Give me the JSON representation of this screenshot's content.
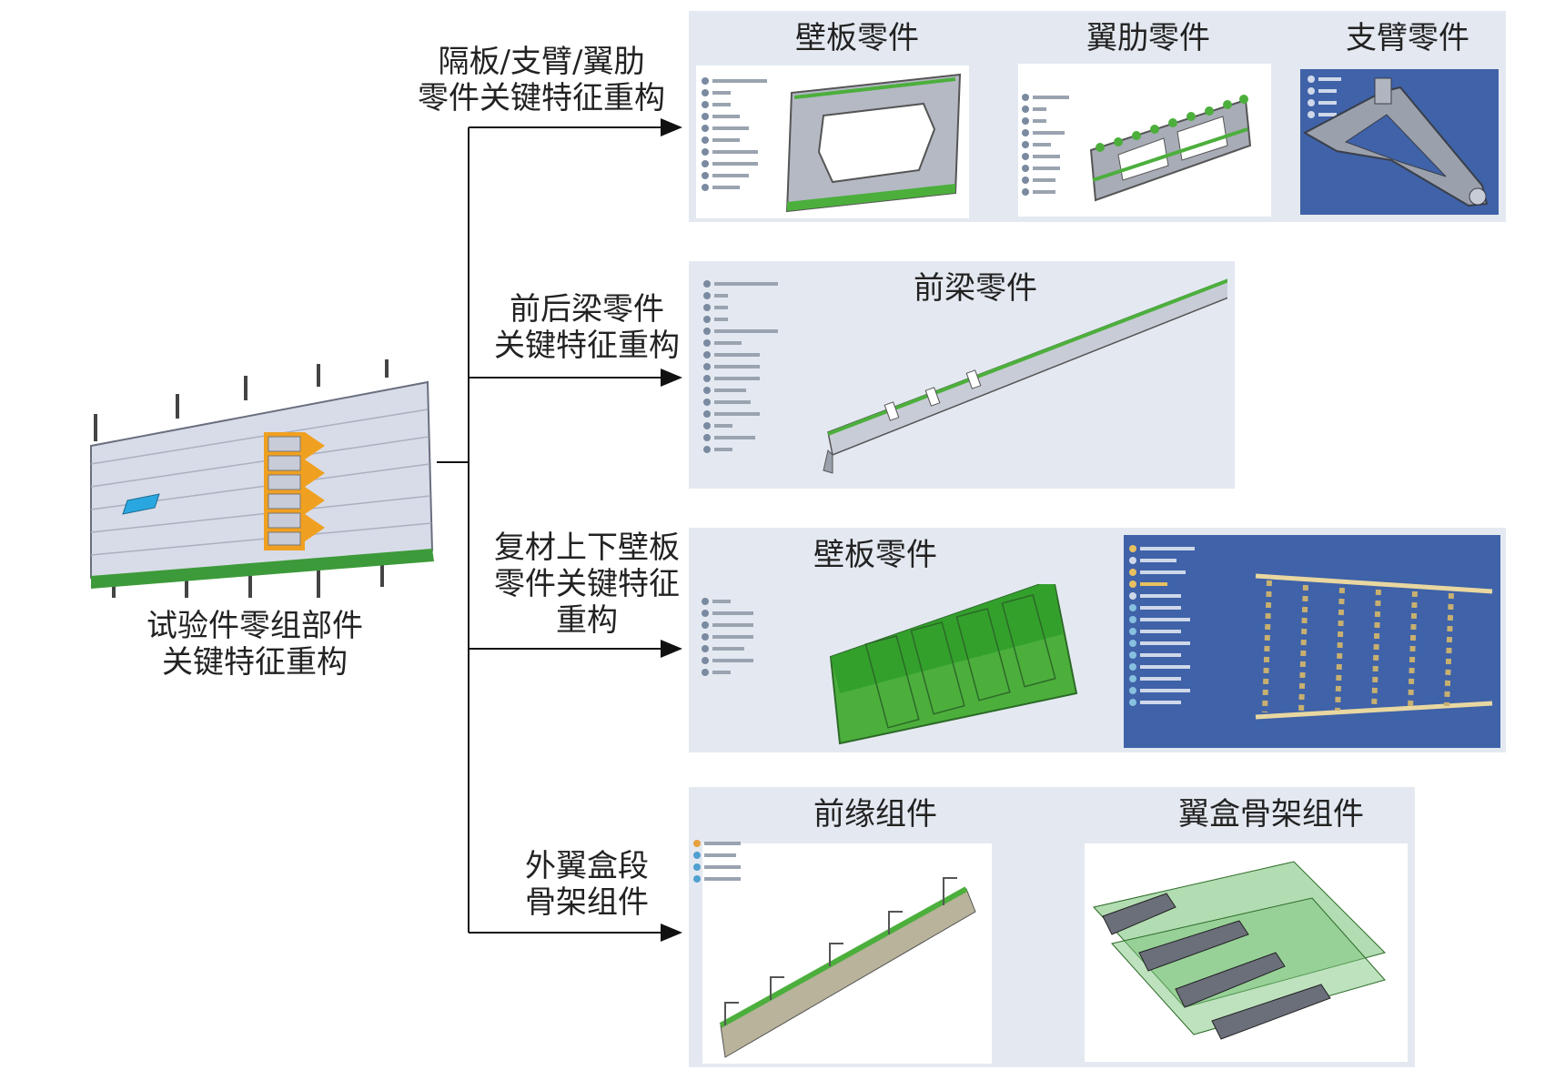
{
  "source": {
    "label": "试验件零组部件\n关键特征重构"
  },
  "branches": [
    {
      "label": "隔板/支臂/翼肋\n零件关键特征重构"
    },
    {
      "label": "前后梁零件\n关键特征重构"
    },
    {
      "label": "复材上下壁板\n零件关键特征\n重构"
    },
    {
      "label": "外翼盒段\n骨架组件"
    }
  ],
  "panels": [
    {
      "titles": [
        "壁板零件",
        "翼肋零件",
        "支臂零件"
      ]
    },
    {
      "titles": [
        "前梁零件"
      ]
    },
    {
      "titles": [
        "壁板零件"
      ]
    },
    {
      "titles": [
        "前缘组件",
        "翼盒骨架组件"
      ]
    }
  ],
  "colors": {
    "panel_bg": "#e4e9f1",
    "part_green": "#4caf3c",
    "part_gray": "#9aa0ac",
    "cad_blue": "#3f62a8",
    "window_blue": "#2aa7e0",
    "orange": "#f0a020"
  }
}
